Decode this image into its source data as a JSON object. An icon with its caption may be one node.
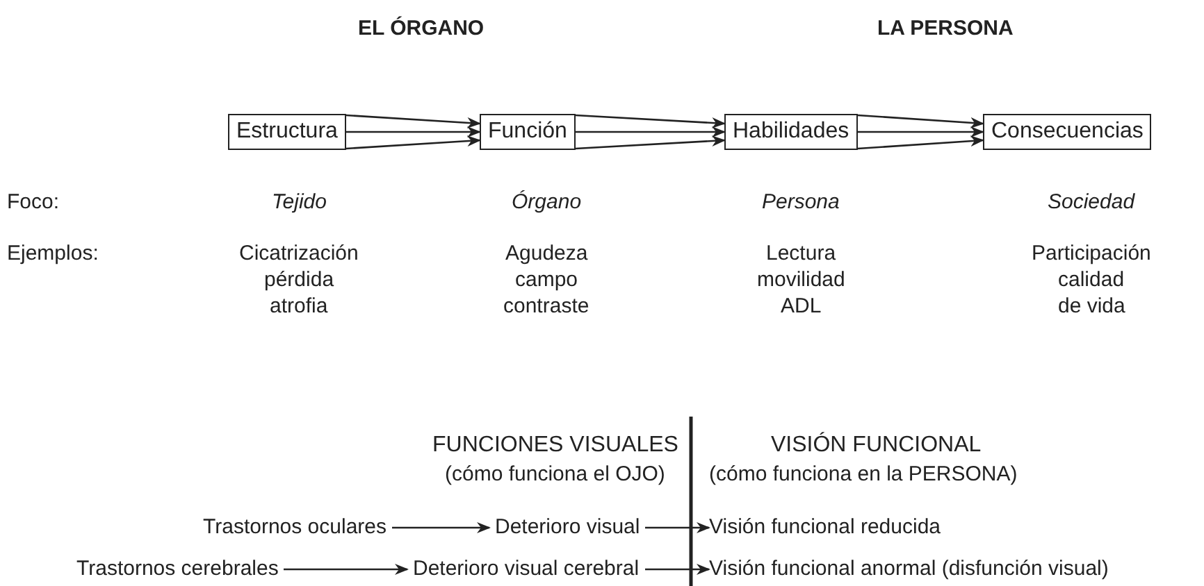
{
  "diagram": {
    "nodes": [
      {
        "text": [
          "Estructura"
        ]
      },
      {
        "text": [
          "Función"
        ]
      },
      {
        "text": [
          "Habilidades"
        ]
      },
      {
        "text": [
          "Consecuencias"
        ]
      },
      {
        "text": [
          "Trastornos oculares"
        ]
      },
      {
        "text": [
          "Deterioro visual"
        ]
      },
      {
        "text": [
          "Visión funcional reducida"
        ]
      },
      {
        "text": [
          "Trastornos cerebrales"
        ]
      },
      {
        "text": [
          "Deterioro visual cerebral"
        ]
      },
      {
        "text": [
          "Visión funcional anormal (disfunción visual)"
        ]
      }
    ],
    "edges": [
      {
        "from": 0,
        "to": 1,
        "arrow": "to"
      },
      {
        "from": 0,
        "to": 1,
        "arrow": "to"
      },
      {
        "from": 0,
        "to": 1,
        "arrow": "to"
      },
      {
        "from": 1,
        "to": 2,
        "arrow": "to"
      },
      {
        "from": 1,
        "to": 2,
        "arrow": "to"
      },
      {
        "from": 1,
        "to": 2,
        "arrow": "to"
      },
      {
        "from": 2,
        "to": 3,
        "arrow": "to"
      },
      {
        "from": 2,
        "to": 3,
        "arrow": "to"
      },
      {
        "from": 2,
        "to": 3,
        "arrow": "to"
      },
      {
        "from": 4,
        "to": 5,
        "arrow": "to"
      },
      {
        "from": 5,
        "to": 6,
        "arrow": "to"
      },
      {
        "from": 7,
        "to": 8,
        "arrow": "to"
      },
      {
        "from": 8,
        "to": 9,
        "arrow": "to"
      }
    ],
    "labels": [
      "EL ÓRGANO",
      "LA PERSONA",
      "Foco:",
      "Tejido",
      "Órgano",
      "Persona",
      "Sociedad",
      "Ejemplos:",
      "Cicatrización",
      "Agudeza",
      "Lectura",
      "Participación",
      "pérdida",
      "campo",
      "movilidad",
      "calidad",
      "atrofia",
      "contraste",
      "ADL",
      "de vida",
      "FUNCIONES VISUALES",
      "VISIÓN FUNCIONAL",
      "(cómo funciona el OJO)",
      "(cómo funciona en la PERSONA)"
    ]
  }
}
